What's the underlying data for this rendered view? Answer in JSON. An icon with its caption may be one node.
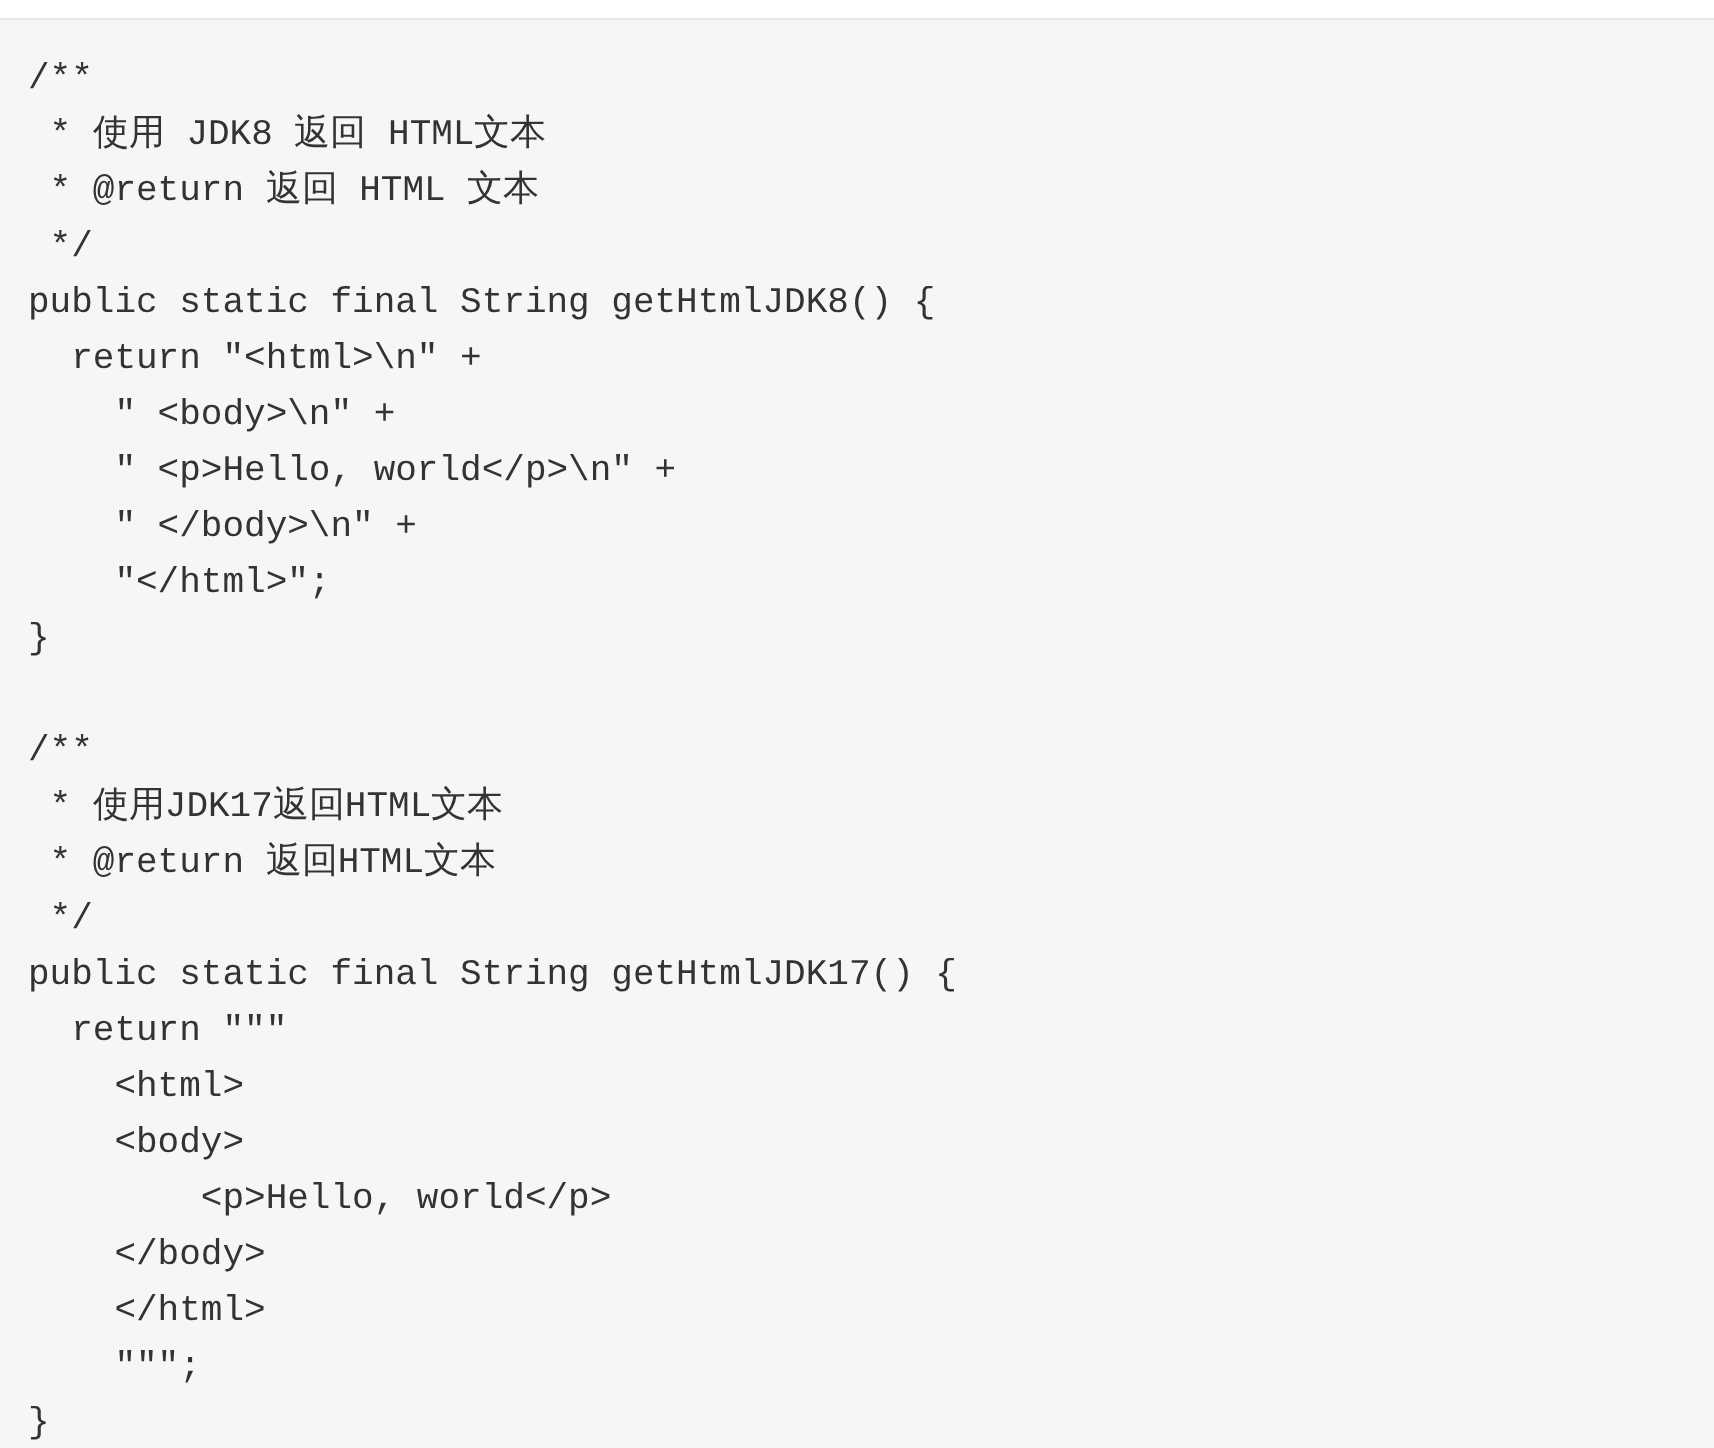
{
  "diagram": {
    "labels": [
      "/**",
      " * 使用 JDK8 返回 HTML文本",
      " * @return 返回 HTML 文本",
      " */",
      "public static final String getHtmlJDK8() {",
      "  return \"<html>\\n\" +",
      "    \" <body>\\n\" +",
      "    \" <p>Hello, world</p>\\n\" +",
      "    \" </body>\\n\" +",
      "    \"</html>\";",
      "}",
      "/**",
      " * 使用JDK17返回HTML文本",
      " * @return 返回HTML文本",
      " */",
      "public static final String getHtmlJDK17() {",
      "  return \"\"\"",
      "    <html>",
      "    <body>",
      "        <p>Hello, world</p>",
      "    </body>",
      "    </html>",
      "    \"\"\";",
      "}"
    ]
  }
}
